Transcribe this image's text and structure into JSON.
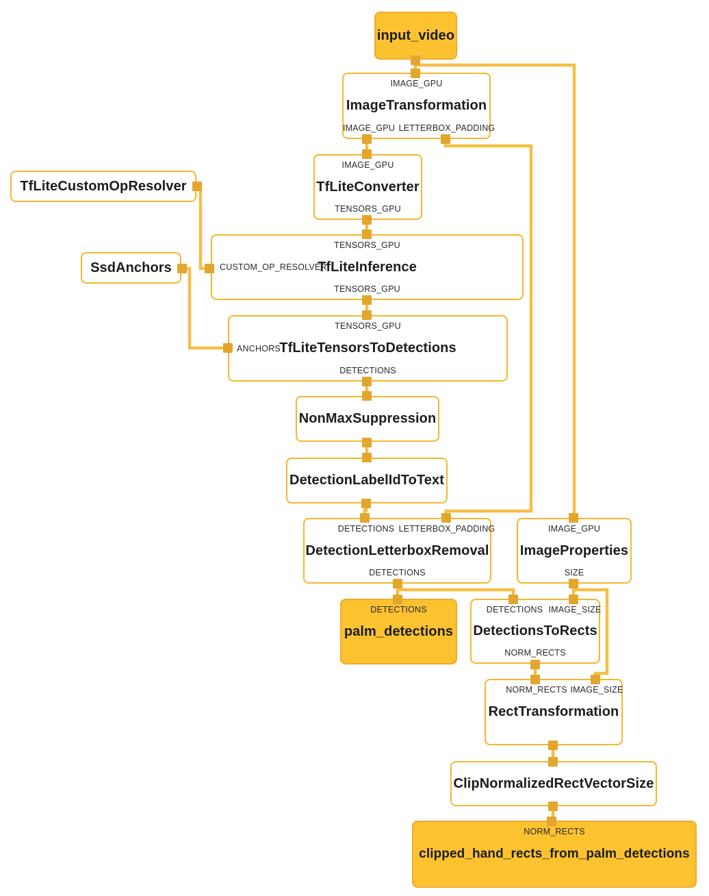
{
  "diagram": {
    "type": "mediapipe-graph",
    "colors": {
      "edge": "#F6BE46",
      "port": "#E2A62F",
      "node_border": "#F5B62E",
      "packet_fill": "#FCC230",
      "packet_border": "#F1A92B",
      "text": "#1B1C1E"
    },
    "nodes": {
      "inputVideo": {
        "title": "input_video"
      },
      "imageTransformation": {
        "title": "ImageTransformation",
        "inTop": "IMAGE_GPU",
        "outLeft": "IMAGE_GPU",
        "outRight": "LETTERBOX_PADDING"
      },
      "tfLiteConverter": {
        "title": "TfLiteConverter",
        "inTop": "IMAGE_GPU",
        "outBottom": "TENSORS_GPU"
      },
      "tfLiteCustomOpResolver": {
        "title": "TfLiteCustomOpResolver"
      },
      "ssdAnchors": {
        "title": "SsdAnchors"
      },
      "tfLiteInference": {
        "title": "TfLiteInference",
        "inTop": "TENSORS_GPU",
        "inLeft": "CUSTOM_OP_RESOLVER",
        "outBottom": "TENSORS_GPU"
      },
      "tfLiteTensorsToDetections": {
        "title": "TfLiteTensorsToDetections",
        "inTop": "TENSORS_GPU",
        "inLeft": "ANCHORS",
        "outBottom": "DETECTIONS"
      },
      "nonMaxSuppression": {
        "title": "NonMaxSuppression"
      },
      "detectionLabelIdToText": {
        "title": "DetectionLabelIdToText"
      },
      "detectionLetterboxRemoval": {
        "title": "DetectionLetterboxRemoval",
        "inLeft": "DETECTIONS",
        "inRight": "LETTERBOX_PADDING",
        "outBottom": "DETECTIONS"
      },
      "imageProperties": {
        "title": "ImageProperties",
        "inTop": "IMAGE_GPU",
        "outBottom": "SIZE"
      },
      "palmDetections": {
        "title": "palm_detections",
        "inTop": "DETECTIONS"
      },
      "detectionsToRects": {
        "title": "DetectionsToRects",
        "inLeft": "DETECTIONS",
        "inRight": "IMAGE_SIZE",
        "outBottom": "NORM_RECTS"
      },
      "rectTransformation": {
        "title": "RectTransformation",
        "inLeft": "NORM_RECTS",
        "inRight": "IMAGE_SIZE"
      },
      "clipNormalizedRectVectorSize": {
        "title": "ClipNormalizedRectVectorSize"
      },
      "clippedHandRects": {
        "title": "clipped_hand_rects_from_palm_detections",
        "inTop": "NORM_RECTS"
      }
    },
    "edges": [
      {
        "from": "input_video",
        "to": "ImageTransformation",
        "stream": "IMAGE_GPU"
      },
      {
        "from": "input_video",
        "to": "ImageProperties",
        "stream": "IMAGE_GPU"
      },
      {
        "from": "ImageTransformation",
        "to": "TfLiteConverter",
        "stream": "IMAGE_GPU"
      },
      {
        "from": "ImageTransformation",
        "to": "DetectionLetterboxRemoval",
        "stream": "LETTERBOX_PADDING"
      },
      {
        "from": "TfLiteCustomOpResolver",
        "to": "TfLiteInference",
        "stream": "CUSTOM_OP_RESOLVER"
      },
      {
        "from": "TfLiteConverter",
        "to": "TfLiteInference",
        "stream": "TENSORS_GPU"
      },
      {
        "from": "SsdAnchors",
        "to": "TfLiteTensorsToDetections",
        "stream": "ANCHORS"
      },
      {
        "from": "TfLiteInference",
        "to": "TfLiteTensorsToDetections",
        "stream": "TENSORS_GPU"
      },
      {
        "from": "TfLiteTensorsToDetections",
        "to": "NonMaxSuppression",
        "stream": "DETECTIONS"
      },
      {
        "from": "NonMaxSuppression",
        "to": "DetectionLabelIdToText",
        "stream": ""
      },
      {
        "from": "DetectionLabelIdToText",
        "to": "DetectionLetterboxRemoval",
        "stream": "DETECTIONS"
      },
      {
        "from": "DetectionLetterboxRemoval",
        "to": "palm_detections",
        "stream": "DETECTIONS"
      },
      {
        "from": "DetectionLetterboxRemoval",
        "to": "DetectionsToRects",
        "stream": "DETECTIONS"
      },
      {
        "from": "ImageProperties",
        "to": "DetectionsToRects",
        "stream": "IMAGE_SIZE"
      },
      {
        "from": "ImageProperties",
        "to": "RectTransformation",
        "stream": "IMAGE_SIZE"
      },
      {
        "from": "DetectionsToRects",
        "to": "RectTransformation",
        "stream": "NORM_RECTS"
      },
      {
        "from": "RectTransformation",
        "to": "ClipNormalizedRectVectorSize",
        "stream": ""
      },
      {
        "from": "ClipNormalizedRectVectorSize",
        "to": "clipped_hand_rects_from_palm_detections",
        "stream": "NORM_RECTS"
      }
    ]
  }
}
